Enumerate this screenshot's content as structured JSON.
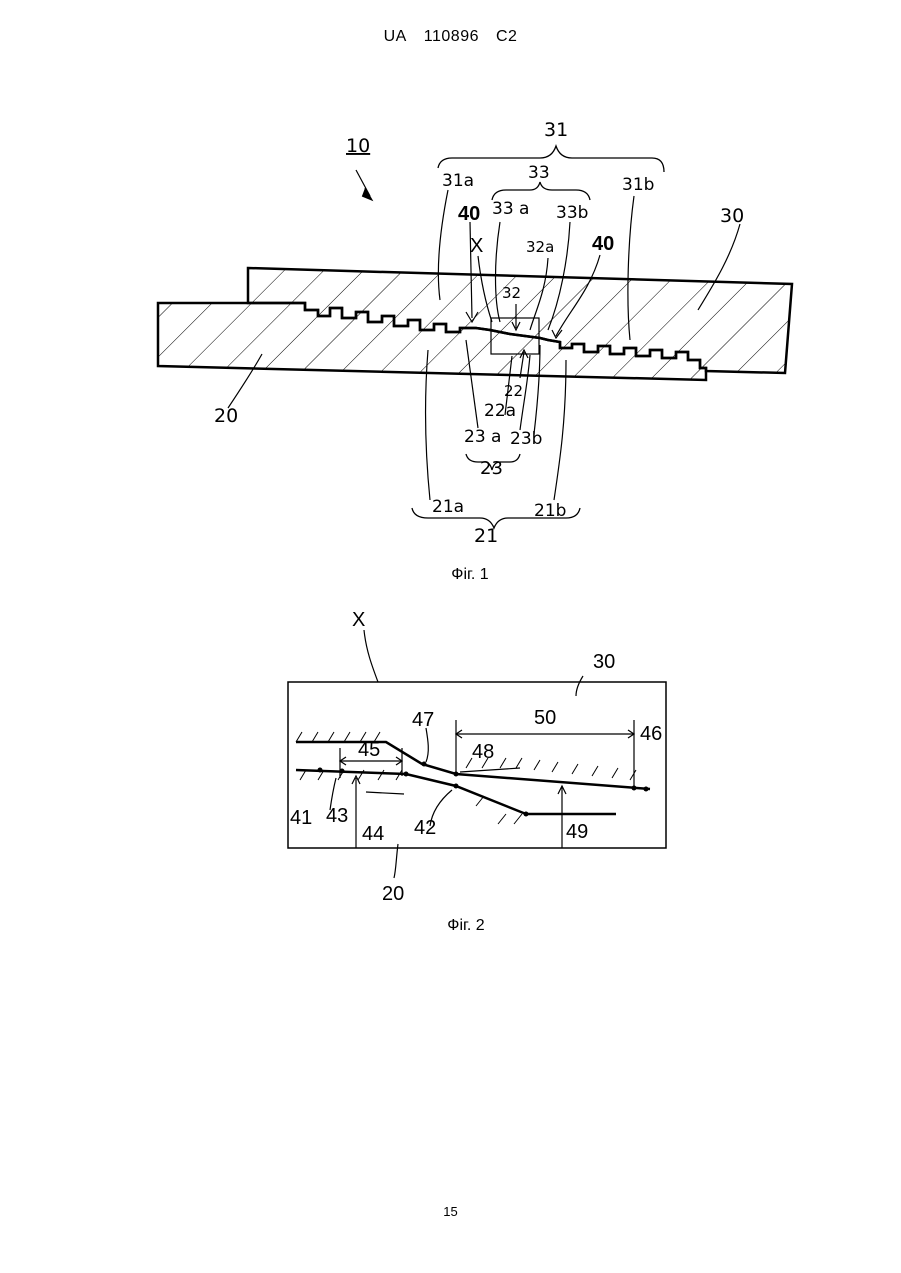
{
  "header": {
    "country": "UA",
    "number": "110896",
    "kind": "C2"
  },
  "figure1": {
    "caption": "Фіг. 1",
    "labels": {
      "ref10": "10",
      "ref31": "31",
      "ref31a": "31a",
      "ref31b": "31b",
      "ref33": "33",
      "ref33a": "33 a",
      "ref33b": "33b",
      "ref40a": "40",
      "ref40b": "40",
      "refX": "X",
      "ref32a": "32a",
      "ref30": "30",
      "ref32": "32",
      "ref22": "22",
      "ref22a": "22a",
      "ref23a": "23 a",
      "ref23b": "23b",
      "ref23": "23",
      "ref20": "20",
      "ref21a": "21a",
      "ref21b": "21b",
      "ref21": "21"
    }
  },
  "figure2": {
    "caption": "Фіг. 2",
    "labels": {
      "refX": "X",
      "ref30": "30",
      "ref47": "47",
      "ref50": "50",
      "ref46": "46",
      "ref45": "45",
      "ref48": "48",
      "ref41": "41",
      "ref43": "43",
      "ref42": "42",
      "ref44": "44",
      "ref49": "49",
      "ref20": "20"
    }
  },
  "page_number": "15"
}
